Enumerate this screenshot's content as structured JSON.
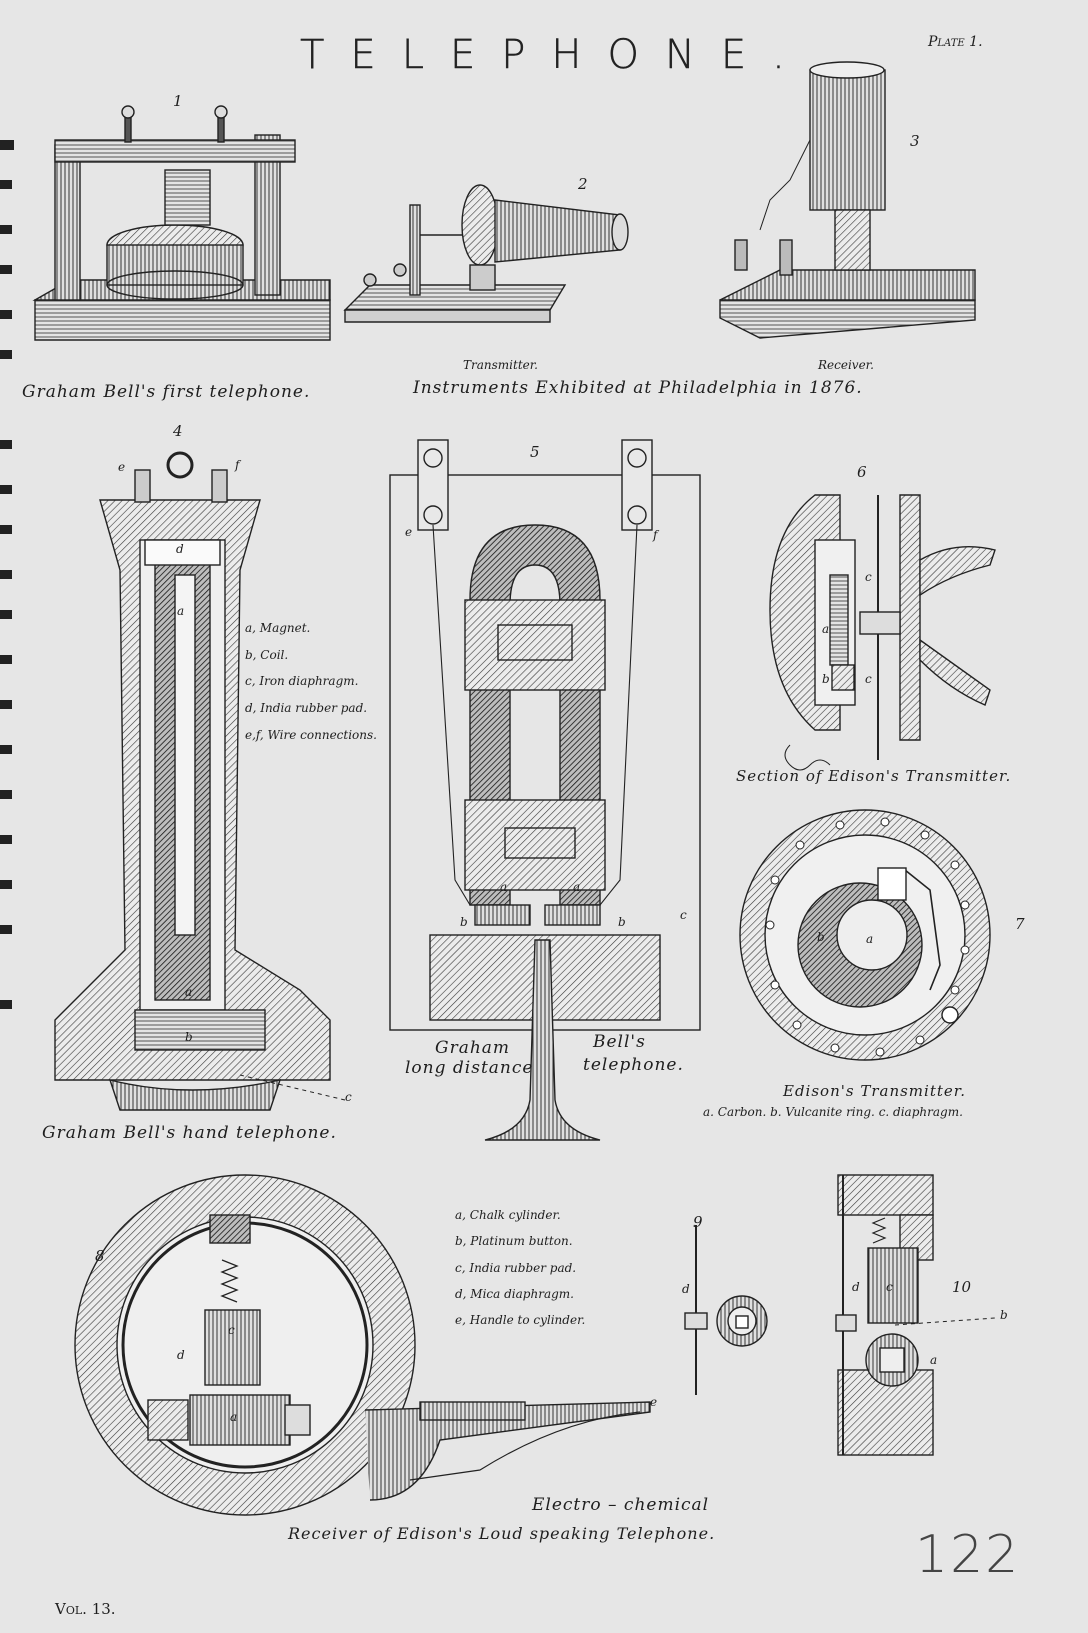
{
  "title": "TELEPHONE.",
  "plate_number": "Plate 1.",
  "volume": "Vol. 13.",
  "handwritten_number": "122",
  "figure_numbers": [
    "1",
    "2",
    "3",
    "4",
    "5",
    "6",
    "7",
    "8",
    "9",
    "10"
  ],
  "top_row": {
    "caption_left": "Graham Bell's first telephone.",
    "caption_right": "Instruments Exhibited at Philadelphia in 1876.",
    "transmitter_label": "Transmitter.",
    "receiver_label": "Receiver."
  },
  "fig4": {
    "caption": "Graham Bell's hand telephone.",
    "legend": [
      "a, Magnet.",
      "b, Coil.",
      "c, Iron diaphragm.",
      "d, India rubber pad.",
      "e,f, Wire connections."
    ],
    "letters": {
      "a": "a",
      "b": "b",
      "c": "c",
      "d": "d",
      "e": "e",
      "f": "f"
    }
  },
  "fig5": {
    "caption_line1_left": "Graham",
    "caption_line1_right": "Bell's",
    "caption_line2_left": "long distance",
    "caption_line2_right": "telephone.",
    "letters": {
      "a": "a",
      "b": "b",
      "c": "c",
      "e": "e",
      "f": "f"
    }
  },
  "fig6": {
    "caption": "Section of Edison's Transmitter.",
    "letters": {
      "a": "a",
      "b": "b",
      "c": "c"
    }
  },
  "fig7": {
    "caption": "Edison's Transmitter.",
    "legend": "a. Carbon. b. Vulcanite ring. c. diaphragm.",
    "letters": {
      "a": "a",
      "b": "b"
    }
  },
  "fig8": {
    "caption_line1": "Electro – chemical",
    "caption_line2": "Receiver of Edison's Loud speaking Telephone.",
    "legend": [
      "a, Chalk cylinder.",
      "b, Platinum button.",
      "c, India rubber pad.",
      "d, Mica diaphragm.",
      "e, Handle to cylinder."
    ],
    "letters": {
      "a": "a",
      "c": "c",
      "d": "d",
      "e": "e"
    }
  },
  "fig9": {
    "letters": {
      "d": "d"
    }
  },
  "fig10": {
    "letters": {
      "a": "a",
      "b": "b",
      "c": "c",
      "d": "d"
    }
  }
}
